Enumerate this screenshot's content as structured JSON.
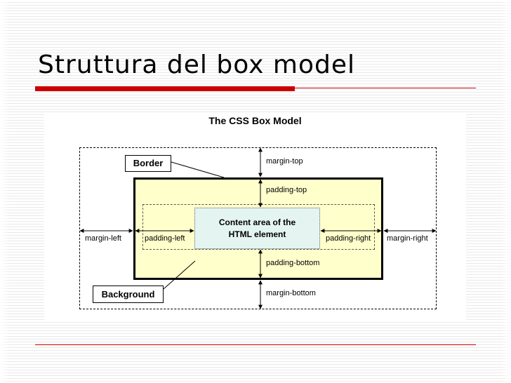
{
  "slide": {
    "title": "Struttura del box model"
  },
  "diagram": {
    "title": "The CSS Box Model",
    "content_line1": "Content area of the",
    "content_line2": "HTML element",
    "callout_border": "Border",
    "callout_background": "Background",
    "labels": {
      "margin_top": "margin-top",
      "padding_top": "padding-top",
      "margin_left": "margin-left",
      "padding_left": "padding-left",
      "padding_right": "padding-right",
      "margin_right": "margin-right",
      "padding_bottom": "padding-bottom",
      "margin_bottom": "margin-bottom"
    }
  },
  "colors": {
    "accent_red": "#cc0000",
    "border_area_fill": "#ffffcc",
    "content_area_fill": "#e4f4f1"
  }
}
